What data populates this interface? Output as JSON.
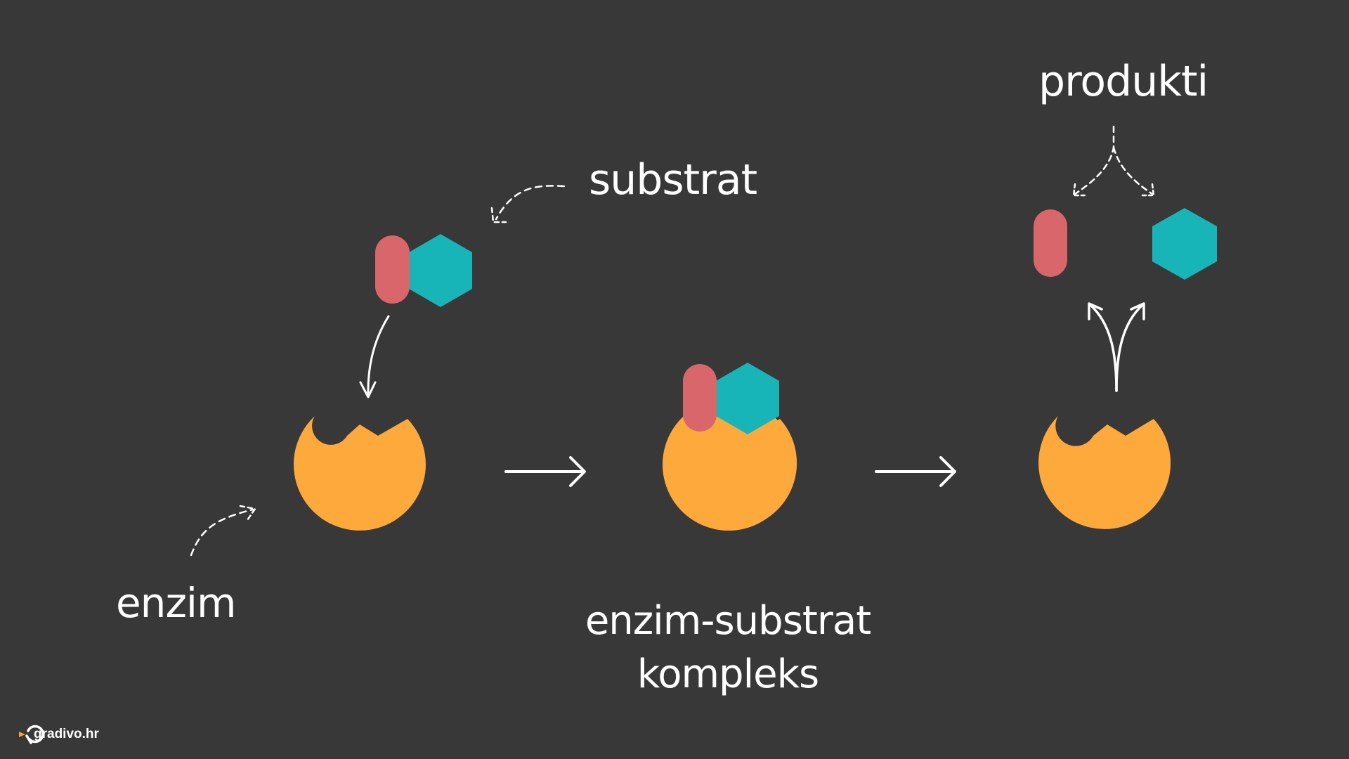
{
  "labels": {
    "substrate": "substrat",
    "products": "produkti",
    "enzyme": "enzim",
    "complex_line1": "enzim-substrat",
    "complex_line2": "kompleks"
  },
  "brand": {
    "name": "gradivo.hr",
    "icon": "gradivo-logo-icon"
  },
  "colors": {
    "background": "#383838",
    "enzyme": "#fda93c",
    "substrate_part_a": "#d8666a",
    "substrate_part_b": "#17b5b8",
    "stroke": "#ffffff",
    "logo_accent": "#f5a623"
  },
  "icons": {
    "reaction_arrow": "long-right-arrow-icon",
    "binding_arrow": "curved-down-arrow-icon",
    "release_arrow": "split-up-arrow-icon",
    "pointer_arrow": "dashed-curved-arrow-icon"
  }
}
